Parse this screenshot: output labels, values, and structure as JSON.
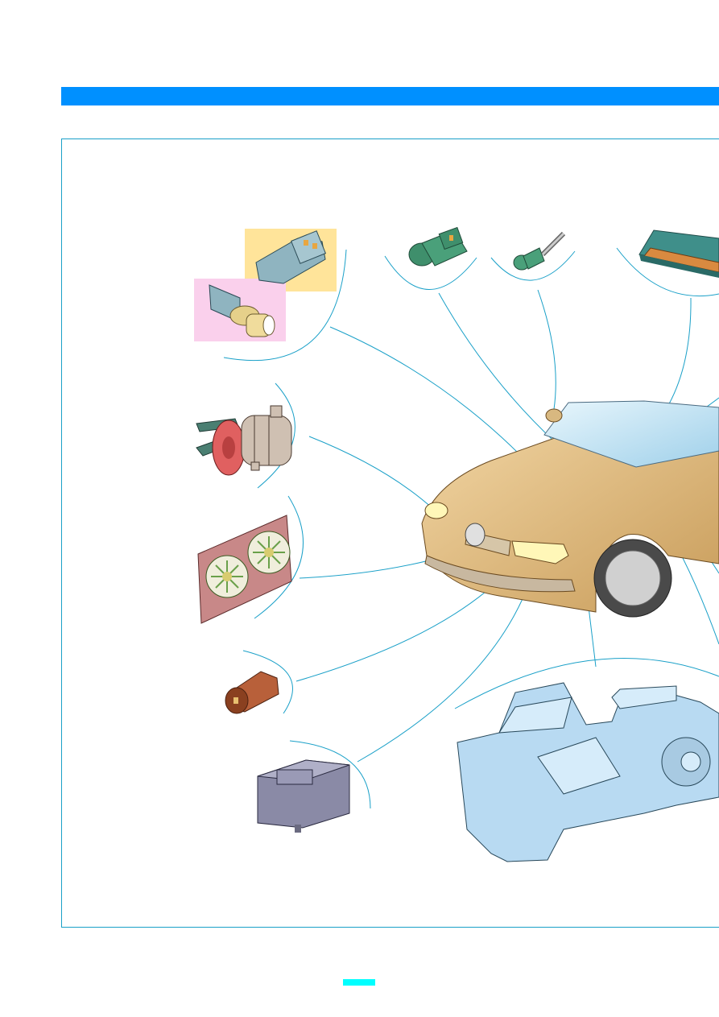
{
  "colors": {
    "header_band": "#0090ff",
    "frame_border": "#1aa0c8",
    "leader_line": "#1aa0c8",
    "page_marker": "#00ffff",
    "car_body": "#e6c48c",
    "blower_housing": "#b8daf2",
    "highlight_yellow": "#ffe49a",
    "highlight_pink": "#fad0ec"
  },
  "components": [
    {
      "name": "pressure-switch-pair"
    },
    {
      "name": "green-sensor-connector"
    },
    {
      "name": "temperature-sensor"
    },
    {
      "name": "control-unit"
    },
    {
      "name": "ac-compressor"
    },
    {
      "name": "radiator-fans"
    },
    {
      "name": "coolant-temperature-switch"
    },
    {
      "name": "relay-module"
    },
    {
      "name": "heater-blower-housing"
    }
  ]
}
